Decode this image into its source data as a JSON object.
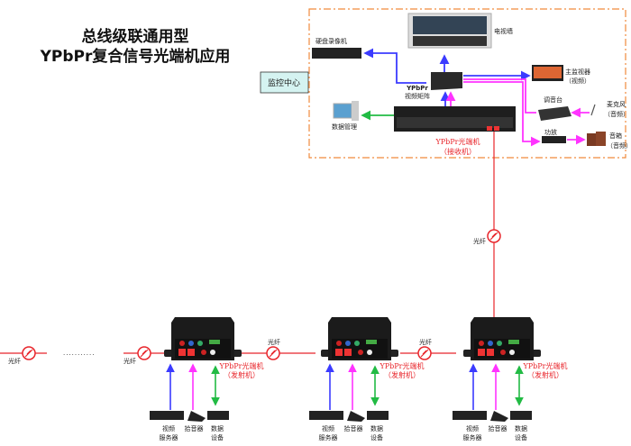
{
  "title": {
    "line1": "总线级联通用型",
    "line2": "YPbPr复合信号光端机应用"
  },
  "control_center": "监控中心",
  "center": {
    "tv_wall": "电视墙",
    "dvr": "硬盘录像机",
    "matrix_l1": "YPbPr",
    "matrix_l2": "视频矩阵",
    "monitor_l1": "主监视器",
    "monitor_l2": "（视频）",
    "mixer": "调音台",
    "mic_l1": "麦克风",
    "mic_l2": "（音频）",
    "amp": "功放",
    "speaker_l1": "音箱",
    "speaker_l2": "（音频）",
    "data_mgmt": "数据管理",
    "receiver_l1": "YPbPr光端机",
    "receiver_l2": "（接收机）"
  },
  "fiber_label": "光纤",
  "ellipsis": "...........",
  "transmitter": {
    "l1": "YPbPr光端机",
    "l2": "（发射机）"
  },
  "field": {
    "video_l1": "视频",
    "video_l2": "服务器",
    "pickup": "拾音器",
    "data_l1": "数据",
    "data_l2": "设备"
  },
  "colors": {
    "fiber": "#e8242a",
    "video": "#3b3bff",
    "audio": "#ff33ff",
    "data": "#22bb44",
    "frame": "#f08a3c"
  }
}
